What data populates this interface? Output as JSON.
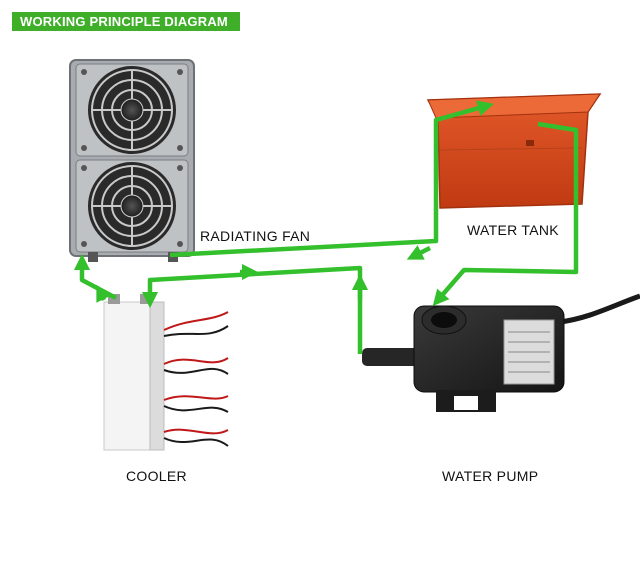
{
  "title": "WORKING PRINCIPLE DIAGRAM",
  "labels": {
    "radiating_fan": "RADIATING FAN",
    "water_tank": "WATER TANK",
    "cooler": "COOLER",
    "water_pump": "WATER PUMP"
  },
  "colors": {
    "title_bg": "#3fae29",
    "arrow": "#34c02c",
    "tank": "#d8491f",
    "fan_frame": "#9a9ea3",
    "pump": "#222222",
    "cooler_plate": "#f4f4f4"
  },
  "icons": {
    "fan": "radiator-fan",
    "tank": "water-tank",
    "cooler": "peltier-cooler",
    "pump": "water-pump"
  }
}
